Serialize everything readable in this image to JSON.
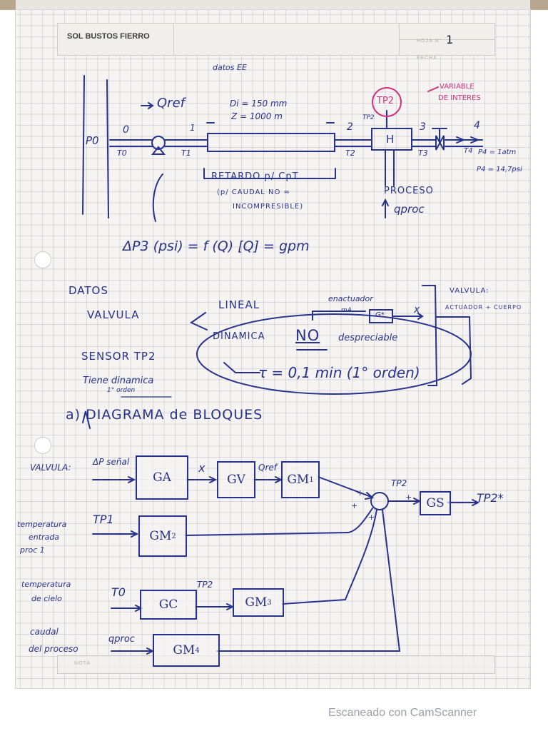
{
  "header": {
    "author": "SOL BUSTOS FIERRO",
    "page_number": "1",
    "hoja_label": "HOJA N°",
    "fecha_label": "FECHA"
  },
  "footer": {
    "nota_label": "NOTA"
  },
  "scanner": {
    "watermark": "Escaneado con CamScanner"
  },
  "process_sketch": {
    "datos_ee": "datos EE",
    "p0": "P0",
    "qref": "Qref",
    "pipe_dims_1": "Di = 150 mm",
    "pipe_dims_2": "Z = 1000 m",
    "node_0": "0",
    "node_1": "1",
    "node_2": "2",
    "node_3": "3",
    "node_4": "4",
    "t0": "T0",
    "t1": "T1",
    "t2": "T2",
    "t3": "T3",
    "t4": "T4",
    "tp2_small": "TP2",
    "mixer": "H",
    "tp2_sensor": "TP2",
    "var_interes_1": "VARIABLE",
    "var_interes_2": "DE INTERES",
    "p4_atm": "P4 = 1atm",
    "p4_psi": "P4 = 14,7psi",
    "retardo": "RETARDO p/ CpT",
    "caudal_note_1": "(p/ CAUDAL NO ≈",
    "caudal_note_2": "INCOMPRESIBLE)",
    "proceso": "PROCESO",
    "qproc": "qproc"
  },
  "formula": {
    "equation": "ΔP3 (psi) = f (Q)   [Q] = gpm"
  },
  "data_section": {
    "datos": "DATOS",
    "valvula": "VALVULA",
    "lineal": "LINEAL",
    "actuador": "enactuador",
    "ma": "mA",
    "ga_box": "G*",
    "x_out": "x",
    "valvula_note": "VALVULA:",
    "actuador_cuerpo": "ACTUADOR + CUERPO",
    "dinamica": "DINAMICA",
    "no": "NO",
    "despreciable": "despreciable",
    "tau": "τ  = 0,1 min  (1° orden)",
    "sensor": "SENSOR TP2",
    "tiene_dinamica": "Tiene dinamica",
    "primer_orden": "1° orden"
  },
  "question": {
    "label": "a) DIAGRAMA de BLOQUES"
  },
  "block_diagram": {
    "valvula_label": "VALVULA:",
    "senal_input": "ΔP señal",
    "ga": "GA",
    "x": "x",
    "gv": "GV",
    "qref": "Qref",
    "gm1_base": "GM",
    "gm1_sup": "1",
    "tp1_input": "TP1",
    "temp_entrada": [
      "temperatura",
      "entrada",
      "proc 1"
    ],
    "gm2_base": "GM",
    "gm2_sup": "2",
    "temp_cielo": [
      "temperatura",
      "de cielo"
    ],
    "t0_input": "T0",
    "gc": "GC",
    "tp2_mid": "TP2",
    "gm3_base": "GM",
    "gm3_sup": "3",
    "caudal_proc": [
      "caudal",
      "del proceso"
    ],
    "qproc_input": "qproc",
    "gm4_base": "GM",
    "gm4_sup": "4",
    "tp2_sum": "TP2",
    "gs": "GS",
    "tp2_out": "TP2*",
    "signs": [
      "+",
      "+",
      "+",
      "+"
    ]
  }
}
